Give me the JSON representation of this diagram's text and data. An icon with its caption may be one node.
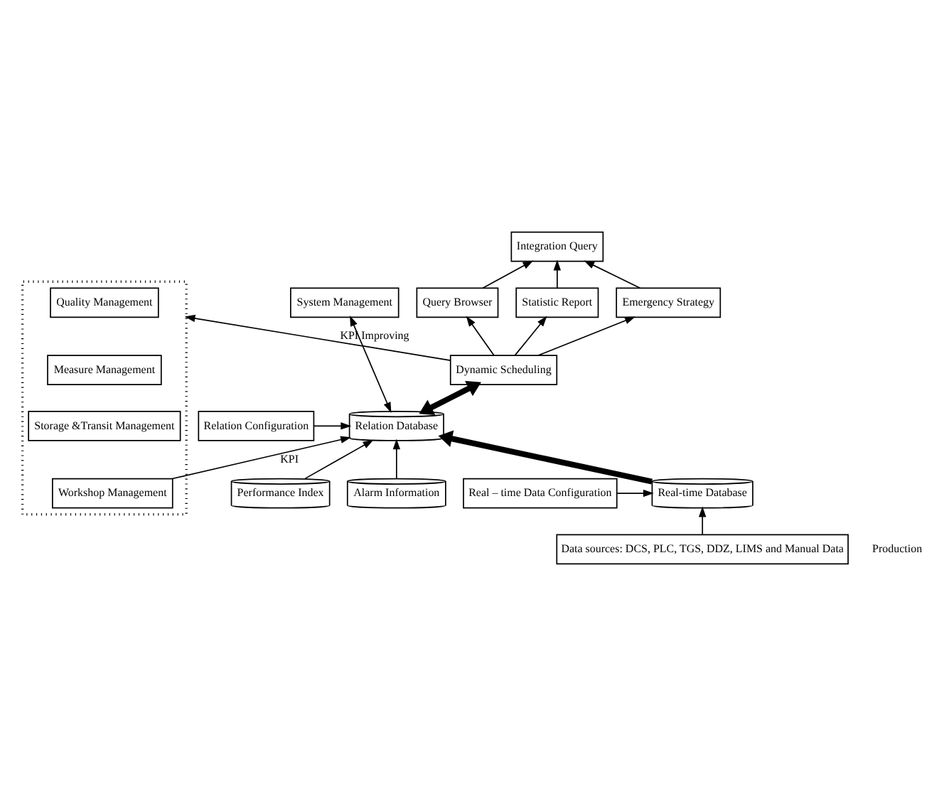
{
  "diagram": {
    "nodes": [
      {
        "text": [
          "Integration Query"
        ]
      },
      {
        "text": [
          "System Management"
        ]
      },
      {
        "text": [
          "Query Browser"
        ]
      },
      {
        "text": [
          "Statistic Report"
        ]
      },
      {
        "text": [
          "Emergency Strategy"
        ]
      },
      {
        "text": [
          "Dynamic Scheduling"
        ]
      },
      {
        "text": [
          "Relation Database"
        ]
      },
      {
        "text": [
          "Performance Index"
        ]
      },
      {
        "text": [
          "Relation Configuration"
        ]
      },
      {
        "text": [
          "Alarm Information"
        ]
      },
      {
        "text": [
          "Real – time Data Configuration"
        ]
      },
      {
        "text": [
          "Real-time Database"
        ]
      },
      {
        "text": [],
        "shape": "box"
      },
      {
        "text": [
          "Quality Management"
        ],
        "in": 12
      },
      {
        "text": [
          "Measure Management"
        ],
        "in": 12
      },
      {
        "text": [
          "Storage &Transit Management"
        ],
        "in": 12
      },
      {
        "text": [
          "Workshop Management"
        ],
        "in": 12
      },
      {
        "text": [
          "Data sources: DCS, PLC, TGS, DDZ, LIMS and Manual Data"
        ]
      }
    ],
    "edges": [
      {
        "from": 2,
        "to": 0,
        "arrow": "to"
      },
      {
        "from": 3,
        "to": 0,
        "arrow": "to"
      },
      {
        "from": 4,
        "to": 0,
        "arrow": "to"
      },
      {
        "from": 5,
        "to": 2,
        "arrow": "to"
      },
      {
        "from": 5,
        "to": 3,
        "arrow": "to"
      },
      {
        "from": 5,
        "to": 4,
        "arrow": "to"
      },
      {
        "from": 5,
        "to": 12,
        "arrow": "to",
        "label": "KPI Improving"
      },
      {
        "from": 6,
        "to": 1,
        "arrow": "both"
      },
      {
        "from": 6,
        "to": 5,
        "arrow": "both",
        "style": "thick"
      },
      {
        "from": 7,
        "to": 6,
        "arrow": "to"
      },
      {
        "from": 9,
        "to": 6,
        "arrow": "to"
      },
      {
        "from": 16,
        "to": 6,
        "arrow": "to",
        "label": "KPI"
      },
      {
        "from": 8,
        "to": 6,
        "arrow": "to"
      },
      {
        "from": 11,
        "to": 6,
        "arrow": "to",
        "style": "thick"
      },
      {
        "from": 10,
        "to": 11,
        "arrow": "to"
      },
      {
        "from": 17,
        "to": 11,
        "arrow": "to"
      }
    ],
    "labels": [
      "Production"
    ]
  }
}
